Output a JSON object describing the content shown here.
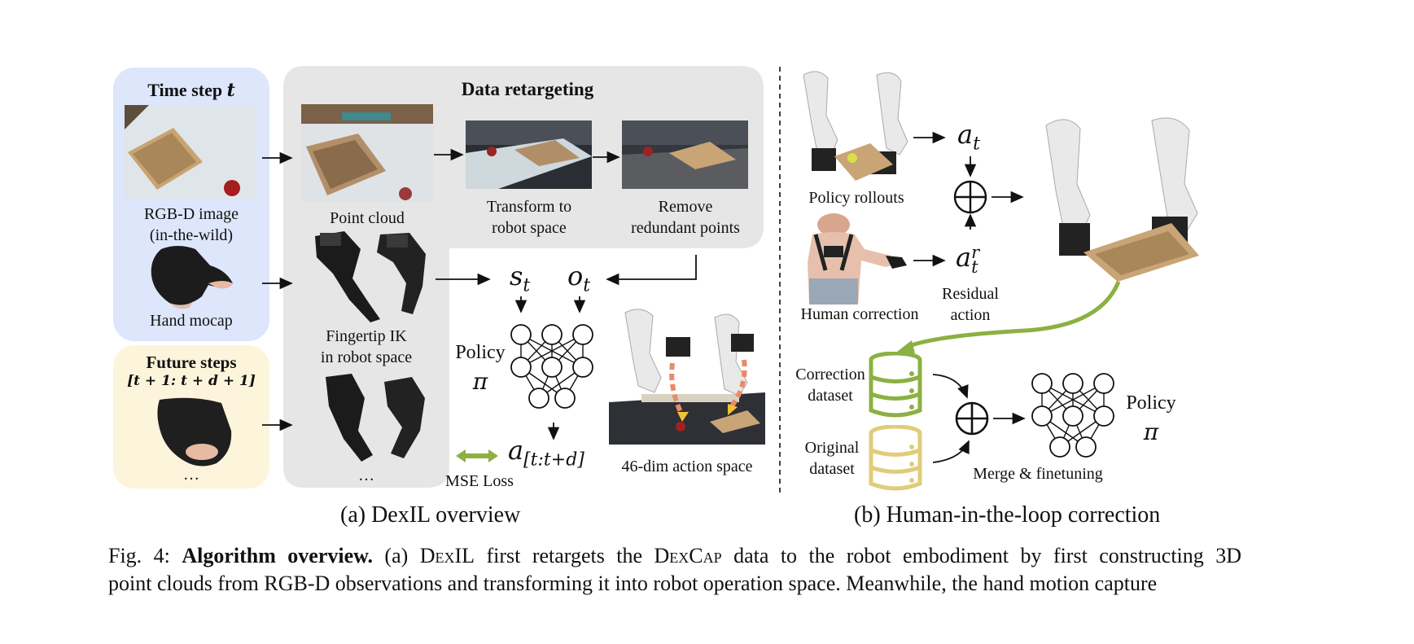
{
  "left": {
    "time_step_title": "Time step ",
    "time_step_var": "t",
    "rgbd_label_1": "RGB-D image",
    "rgbd_label_2": "(in-the-wild)",
    "hand_mocap_label": "Hand mocap",
    "future_title": "Future steps",
    "future_range": "[t + 1: t + d + 1]",
    "future_dots": "…",
    "retarget_title": "Data retargeting",
    "point_cloud_label": "Point cloud",
    "transform_label_1": "Transform to",
    "transform_label_2": "robot space",
    "remove_label_1": "Remove",
    "remove_label_2": "redundant points",
    "fingertip_label_1": "Fingertip IK",
    "fingertip_label_2": "in robot space",
    "fingertip_dots": "…",
    "s_t": "s",
    "o_t": "o",
    "t_sub": "t",
    "policy_label": "Policy",
    "pi": "π",
    "action_a": "a",
    "action_sub": "[t:t+d]",
    "mse_label": "MSE Loss",
    "action_space_label": "46-dim action space",
    "subcaption": "(a) DexIL overview"
  },
  "right": {
    "policy_rollouts_label": "Policy rollouts",
    "human_correction_label": "Human correction",
    "a_t": "a",
    "t_sub": "t",
    "r_sup": "r",
    "residual_label_1": "Residual",
    "residual_label_2": "action",
    "correction_dataset_1": "Correction",
    "correction_dataset_2": "dataset",
    "original_dataset_1": "Original",
    "original_dataset_2": "dataset",
    "merge_label": "Merge & finetuning",
    "policy_label": "Policy",
    "pi": "π",
    "subcaption": "(b) Human-in-the-loop correction"
  },
  "caption": {
    "fig": "Fig. 4: ",
    "title": "Algorithm overview.",
    "text_a": " (a) ",
    "dexil": "DexIL",
    "text_b": " first retargets the ",
    "dexcap": "DexCap",
    "text_c": " data to the robot embodiment by first constructing 3D",
    "line2": "point clouds from RGB-D observations and transforming it into robot operation space. Meanwhile, the hand motion capture"
  },
  "colors": {
    "blue_panel": "#dde6fb",
    "yellow_panel": "#fdf4dc",
    "gray_panel": "#e6e6e6",
    "green": "#8cb043",
    "gold": "#e0cc7a"
  }
}
